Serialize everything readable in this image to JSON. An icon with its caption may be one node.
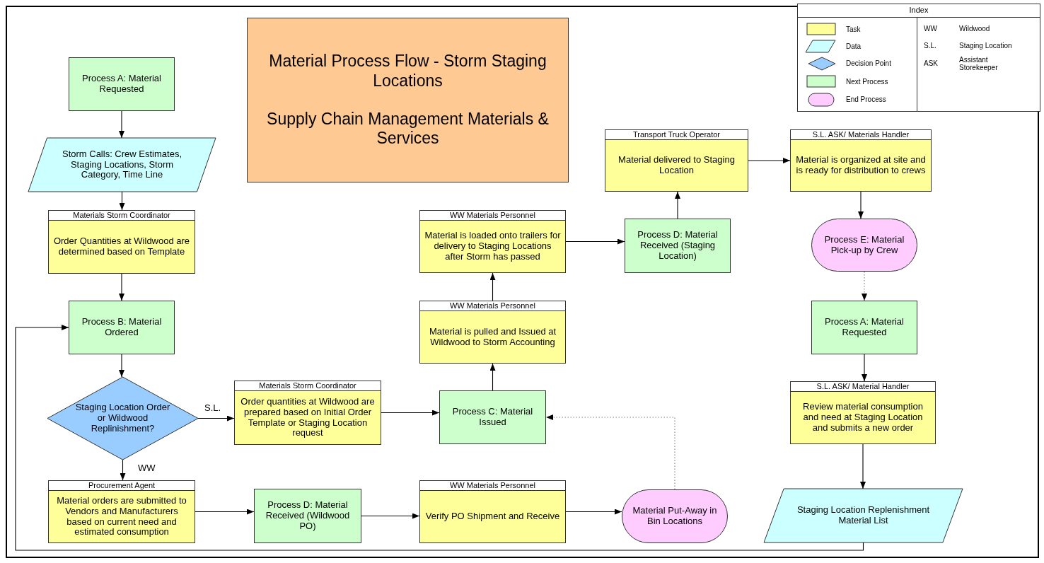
{
  "diagram": {
    "nodes": [
      {
        "text": [
          "Material Process Flow - Storm Staging Locations",
          "Supply Chain Management Materials & Services"
        ]
      },
      {
        "text": [
          "Process A: Material Requested"
        ]
      },
      {
        "text": [
          "Storm Calls: Crew Estimates, Staging Locations, Storm Category, Time Line"
        ]
      },
      {
        "text": [
          "Materials Storm Coordinator",
          "Order Quantities at Wildwood are determined based on Template"
        ]
      },
      {
        "text": [
          "Process B: Material Ordered"
        ]
      },
      {
        "text": [
          "Staging Location Order or Wildwood Replinishment?"
        ]
      },
      {
        "text": [
          "Materials Storm Coordinator",
          "Order quantities at Wildwood are prepared based on Initial Order Template or Staging Location request"
        ]
      },
      {
        "text": [
          "Procurement Agent",
          "Material orders are submitted to Vendors and Manufacturers based on current need and estimated consumption"
        ]
      },
      {
        "text": [
          "Process D: Material Received (Wildwood PO)"
        ]
      },
      {
        "text": [
          "WW Materials Personnel",
          "Verify PO Shipment and Receive"
        ]
      },
      {
        "text": [
          "Material Put-Away in Bin Locations"
        ]
      },
      {
        "text": [
          "Process C: Material Issued"
        ]
      },
      {
        "text": [
          "WW Materials Personnel",
          "Material is pulled and Issued at Wildwood to Storm Accounting"
        ]
      },
      {
        "text": [
          "WW Materials Personnel",
          "Material is loaded onto trailers for delivery to Staging Locations after Storm has passed"
        ]
      },
      {
        "text": [
          "Process D: Material Received (Staging Location)"
        ]
      },
      {
        "text": [
          "Transport Truck Operator",
          "Material delivered to Staging Location"
        ]
      },
      {
        "text": [
          "S.L. ASK/ Materials Handler",
          "Material is organized at site and is ready for distribution to crews"
        ]
      },
      {
        "text": [
          "Process E: Material Pick-up by Crew"
        ]
      },
      {
        "text": [
          "Process A: Material Requested"
        ]
      },
      {
        "text": [
          "S.L. ASK/ Material Handler",
          "Review material consumption and need at Staging Location and submits a new order"
        ]
      },
      {
        "text": [
          "Staging Location Replenishment Material List"
        ]
      }
    ],
    "edges": [
      {
        "from": 1,
        "to": 2,
        "arrow": "to"
      },
      {
        "from": 2,
        "to": 3,
        "arrow": "to"
      },
      {
        "from": 3,
        "to": 4,
        "arrow": "to"
      },
      {
        "from": 4,
        "to": 5,
        "arrow": "to"
      },
      {
        "from": 5,
        "to": 6,
        "arrow": "to",
        "label": "S.L."
      },
      {
        "from": 5,
        "to": 7,
        "arrow": "to",
        "label": "WW"
      },
      {
        "from": 7,
        "to": 8,
        "arrow": "to"
      },
      {
        "from": 8,
        "to": 9,
        "arrow": "to"
      },
      {
        "from": 9,
        "to": 10,
        "arrow": "to"
      },
      {
        "from": 10,
        "to": 11,
        "arrow": "to",
        "style": "dashed",
        "color": "#808080"
      },
      {
        "from": 6,
        "to": 11,
        "arrow": "to"
      },
      {
        "from": 11,
        "to": 12,
        "arrow": "to"
      },
      {
        "from": 12,
        "to": 13,
        "arrow": "to"
      },
      {
        "from": 13,
        "to": 14,
        "arrow": "to"
      },
      {
        "from": 14,
        "to": 15,
        "arrow": "to"
      },
      {
        "from": 15,
        "to": 16,
        "arrow": "to"
      },
      {
        "from": 16,
        "to": 17,
        "arrow": "to"
      },
      {
        "from": 17,
        "to": 18,
        "arrow": "to",
        "style": "dashed",
        "color": "#808080"
      },
      {
        "from": 18,
        "to": 19,
        "arrow": "to"
      },
      {
        "from": 19,
        "to": 20,
        "arrow": "to"
      },
      {
        "from": 20,
        "to": 4,
        "arrow": "to"
      }
    ],
    "labels": [
      "Index",
      "WW",
      "Wildwood",
      "S.L.",
      "Staging Location",
      "ASK",
      "Assistant Storekeeper"
    ],
    "legend": [
      {
        "text": "Task",
        "color": "#ffff99"
      },
      {
        "text": "Data",
        "color": "#ccffff"
      },
      {
        "text": "Decision Point",
        "color": "#99ccff"
      },
      {
        "text": "Next Process",
        "color": "#ccffcc"
      },
      {
        "text": "End Process",
        "color": "#ffccff"
      }
    ]
  }
}
